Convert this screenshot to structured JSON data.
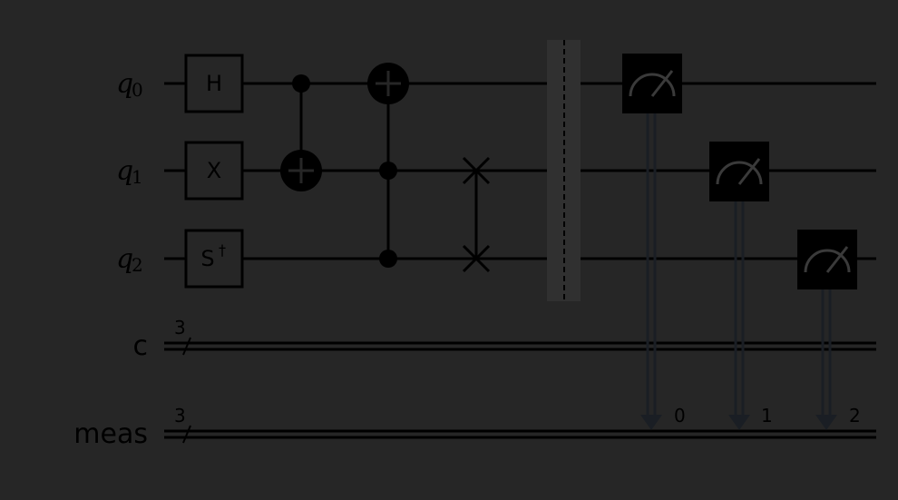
{
  "circuit": {
    "qubits": [
      {
        "name": "q",
        "index": "0"
      },
      {
        "name": "q",
        "index": "1"
      },
      {
        "name": "q",
        "index": "2"
      }
    ],
    "classical_registers": [
      {
        "name": "c",
        "size": "3"
      },
      {
        "name": "meas",
        "size": "3"
      }
    ],
    "gates": [
      {
        "type": "single",
        "label": "H",
        "qubit": 0
      },
      {
        "type": "single",
        "label": "X",
        "qubit": 1
      },
      {
        "type": "single",
        "label": "S",
        "sup": "†",
        "qubit": 2
      },
      {
        "type": "cx",
        "control": 0,
        "target": 1
      },
      {
        "type": "ccx",
        "controls": [
          1,
          2
        ],
        "target": 0
      },
      {
        "type": "swap",
        "qubits": [
          1,
          2
        ]
      },
      {
        "type": "barrier",
        "qubits": [
          0,
          1,
          2
        ]
      },
      {
        "type": "measure",
        "qubit": 0,
        "cbit": "0"
      },
      {
        "type": "measure",
        "qubit": 1,
        "cbit": "1"
      },
      {
        "type": "measure",
        "qubit": 2,
        "cbit": "2"
      }
    ],
    "colors": {
      "background": "#262626",
      "wire": "#000000",
      "barrier": "#303030",
      "measure_box": "#000000",
      "measure_arrow": "#1a1e24"
    }
  }
}
